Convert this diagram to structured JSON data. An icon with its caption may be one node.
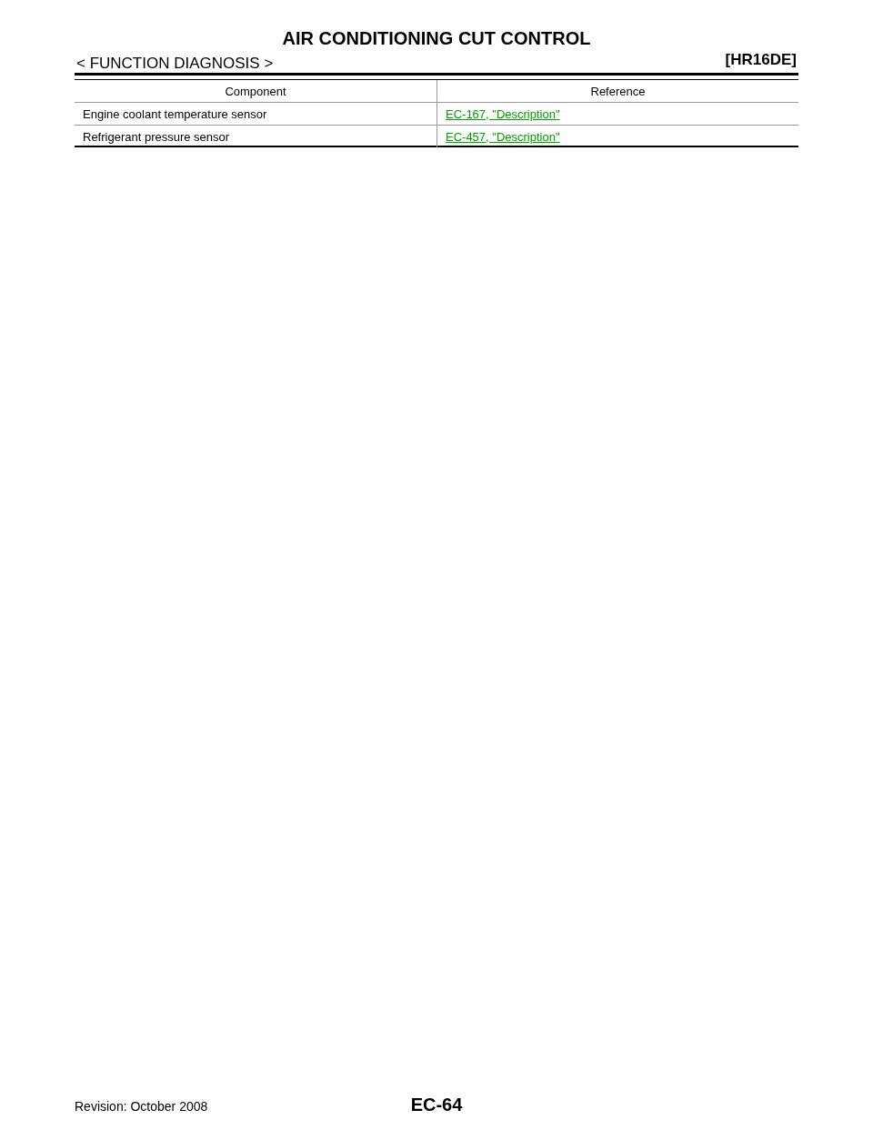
{
  "diagram": {
    "title": "AIR CONDITIONING CUT CONTROL",
    "labels": [
      "< FUNCTION DIAGNOSIS >",
      "[HR16DE]",
      "Component",
      "Reference",
      "Engine coolant temperature sensor",
      "EC-167, \"Description\"",
      "Refrigerant pressure sensor",
      "EC-457, \"Description\"",
      "Revision: October 2008",
      "EC-64"
    ]
  }
}
